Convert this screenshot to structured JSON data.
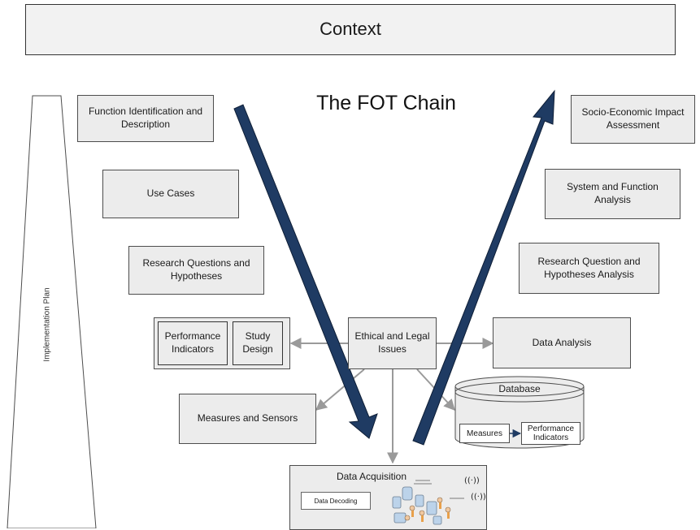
{
  "context": "Context",
  "title": "The FOT Chain",
  "implementation_plan": "Implementation Plan",
  "left_chain": {
    "function_identification": "Function Identification and Description",
    "use_cases": "Use Cases",
    "research_questions": "Research Questions and Hypotheses",
    "performance_indicators": "Performance Indicators",
    "study_design": "Study Design",
    "measures_sensors": "Measures and Sensors"
  },
  "center": {
    "ethical_legal": "Ethical and Legal Issues",
    "data_acquisition": "Data Acquisition",
    "data_decoding": "Data Decoding"
  },
  "right_chain": {
    "socio_economic": "Socio-Economic Impact Assessment",
    "system_function": "System and Function Analysis",
    "research_analysis": "Research Question and Hypotheses  Analysis",
    "data_analysis": "Data Analysis",
    "database": "Database",
    "db_measures": "Measures",
    "db_performance": "Performance Indicators"
  },
  "colors": {
    "arrow_fill": "#1f3b63",
    "box_fill": "#ececec",
    "connector": "#999999"
  },
  "icons": [
    "vehicle-icon",
    "driver-icon",
    "radio-tower-icon"
  ]
}
